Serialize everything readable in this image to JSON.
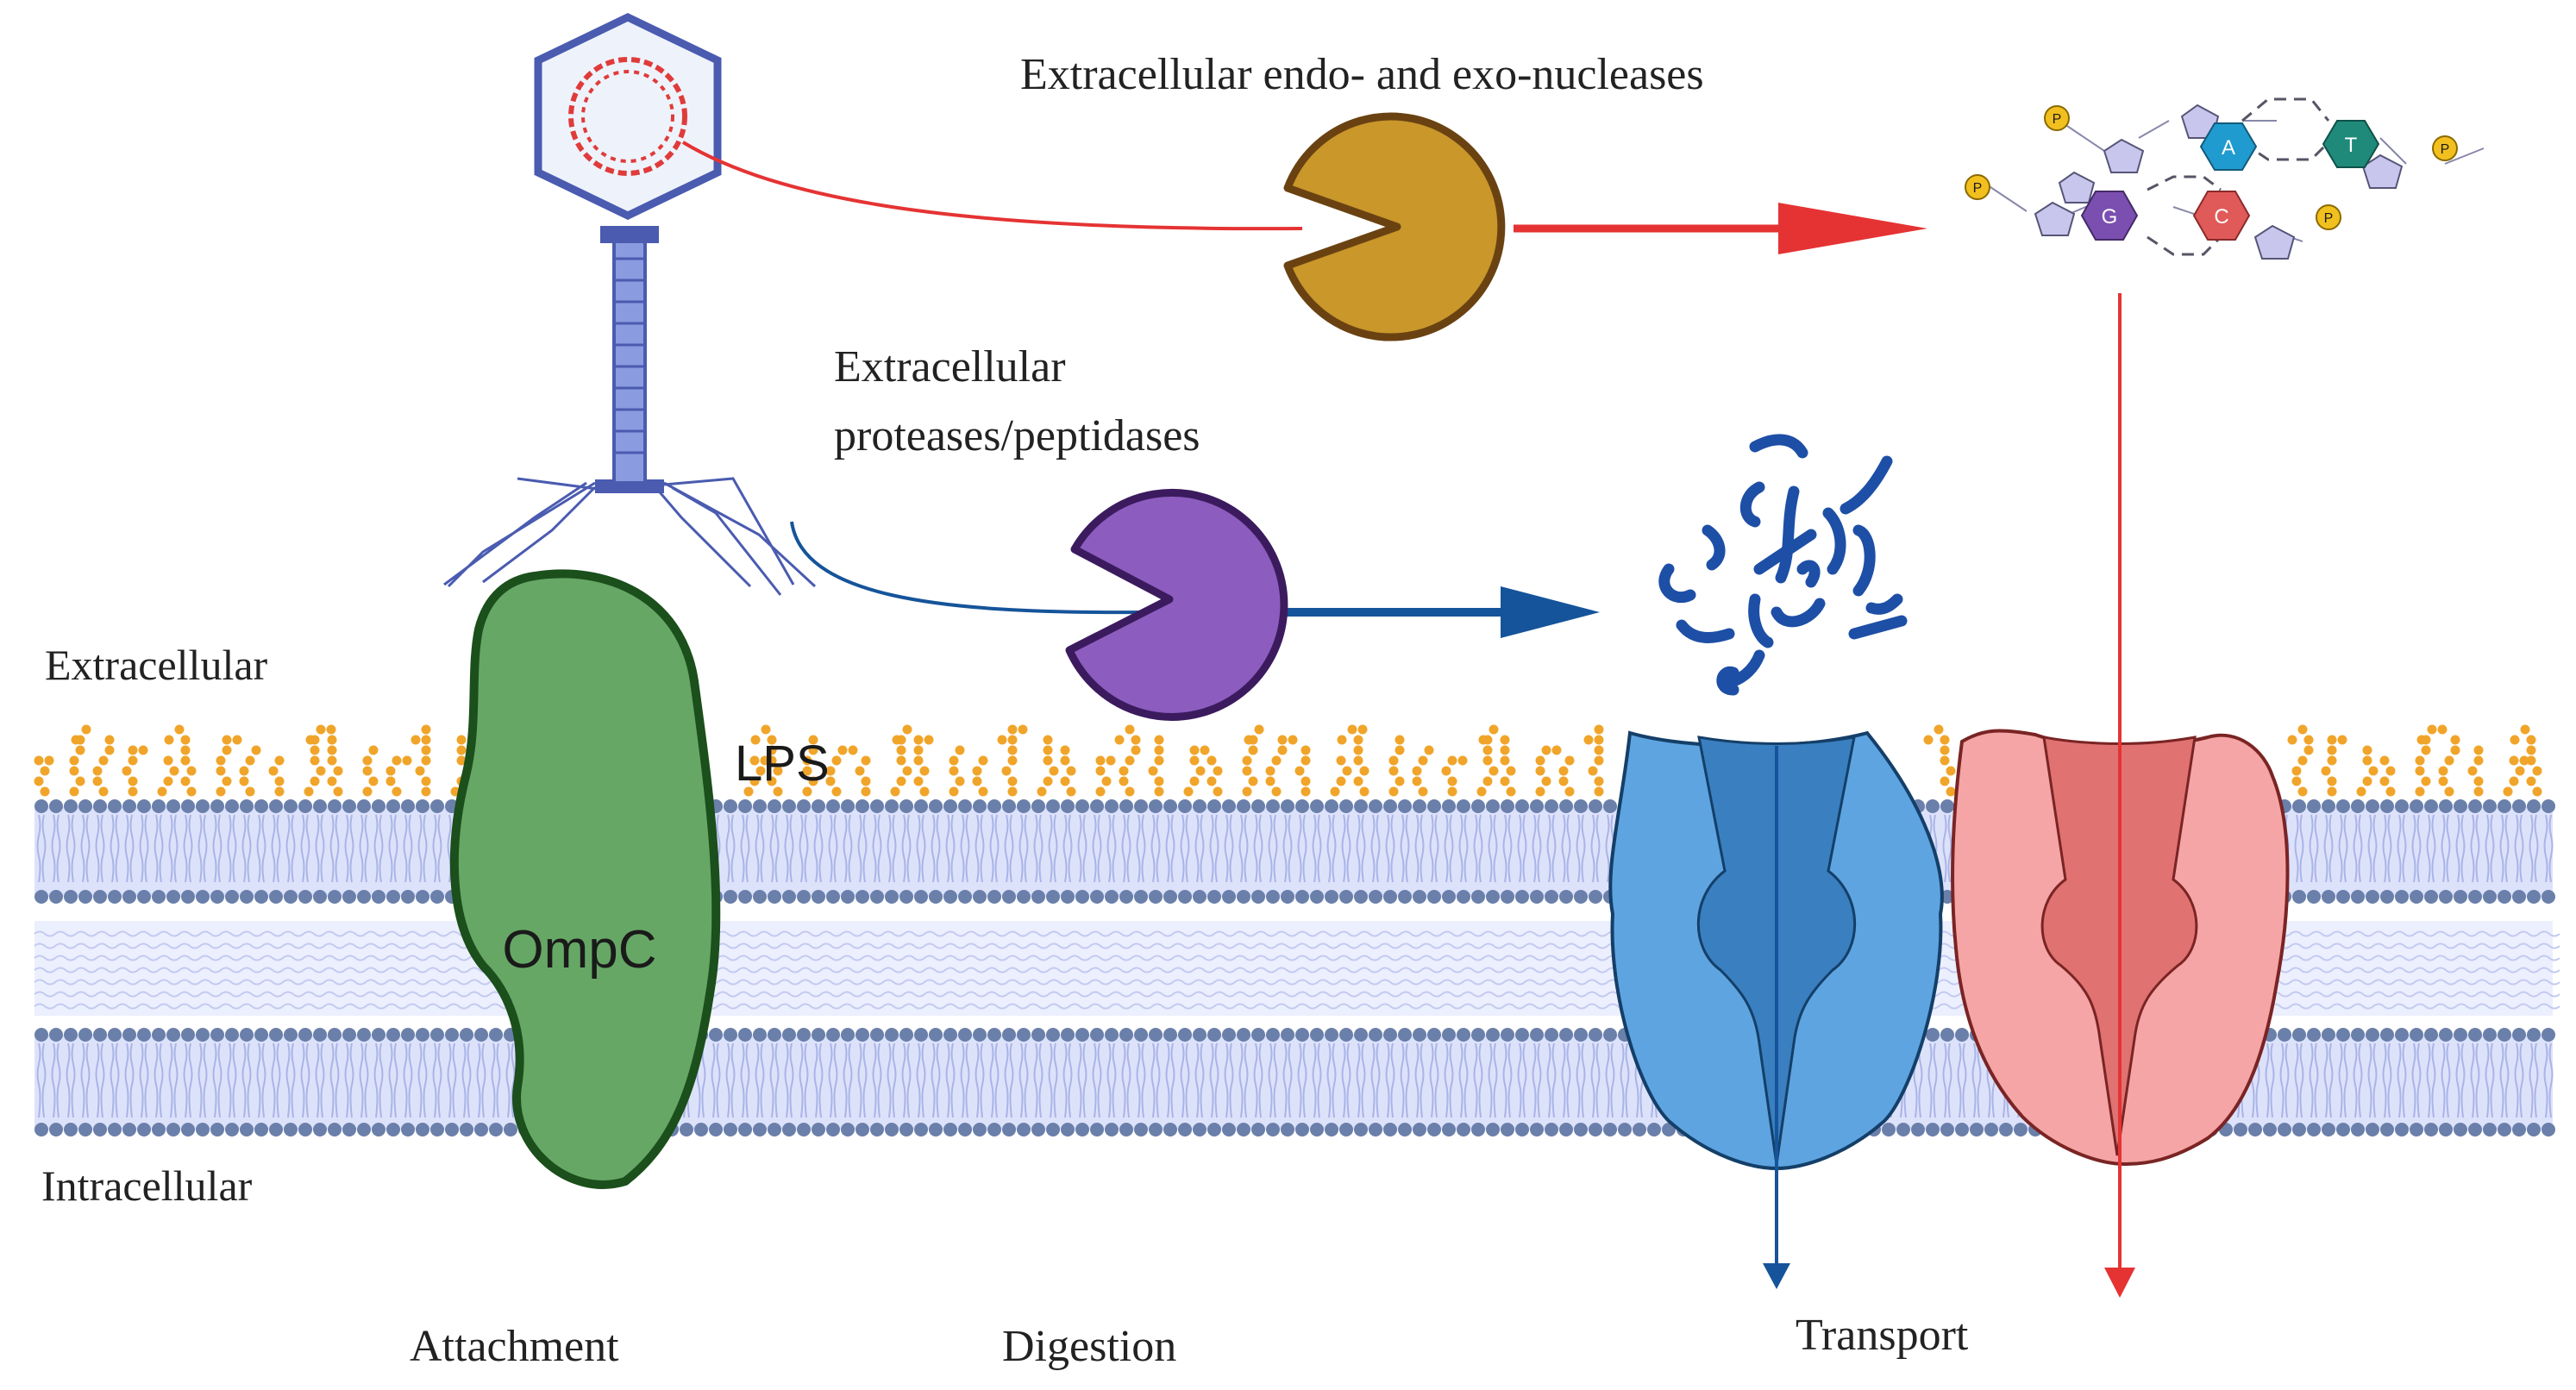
{
  "labels": {
    "nucleases": "Extracellular endo- and exo-nucleases",
    "proteases_line1": "Extracellular",
    "proteases_line2": "proteases/peptidases",
    "extracellular": "Extracellular",
    "intracellular": "Intracellular",
    "lps": "LPS",
    "ompc": "OmpC",
    "attachment": "Attachment",
    "digestion": "Digestion",
    "transport": "Transport"
  },
  "nucleotides": {
    "bases": [
      "A",
      "T",
      "G",
      "C"
    ],
    "phosphate": "P"
  },
  "colors": {
    "membrane_heads": "#6a80aa",
    "membrane_tails": "#aab4e6",
    "membrane_fill": "#dde2fb",
    "periplasm": "#c3caf0",
    "lps": "#f0a52a",
    "ompc_fill": "#66a766",
    "ompc_stroke": "#1b4f1b",
    "phage": "#4a5bb0",
    "phage_dna": "#e03b3b",
    "nuclease_fill": "#c9972a",
    "nuclease_stroke": "#6a4212",
    "protease_fill": "#8c5cbf",
    "protease_stroke": "#3b1b5e",
    "red_arrow": "#e53333",
    "blue_arrow": "#15549a",
    "peptides": "#1e4fa6",
    "blue_transporter": "#5ea4e0",
    "blue_transporter_inner": "#3a7fc0",
    "red_transporter": "#f5a5a5",
    "red_transporter_inner": "#e07272",
    "base_A": "#1f9bcf",
    "base_T": "#1f8a7a",
    "base_G": "#7b4fb0",
    "base_C": "#e05a5a",
    "sugar": "#c9c6ee"
  }
}
